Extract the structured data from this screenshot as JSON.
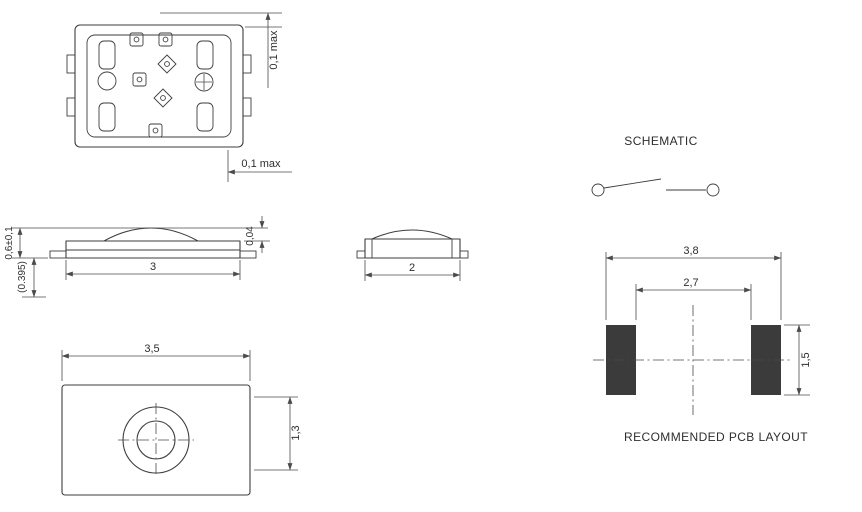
{
  "titles": {
    "schematic": "SCHEMATIC",
    "pcb_layout": "RECOMMENDED PCB LAYOUT"
  },
  "dimensions": {
    "coplanarity_top": "0,1 max",
    "standoff_bottom": "0,1 max",
    "total_height": "0,6±0,1",
    "ref_height": "(0.395)",
    "dome_height": "0,04",
    "body_length": "3",
    "body_width": "2",
    "outline_length": "3,5",
    "outline_width": "1,3",
    "pcb_outer_span": "3,8",
    "pcb_inner_span": "2,7",
    "pcb_pad_width": "1,5"
  }
}
